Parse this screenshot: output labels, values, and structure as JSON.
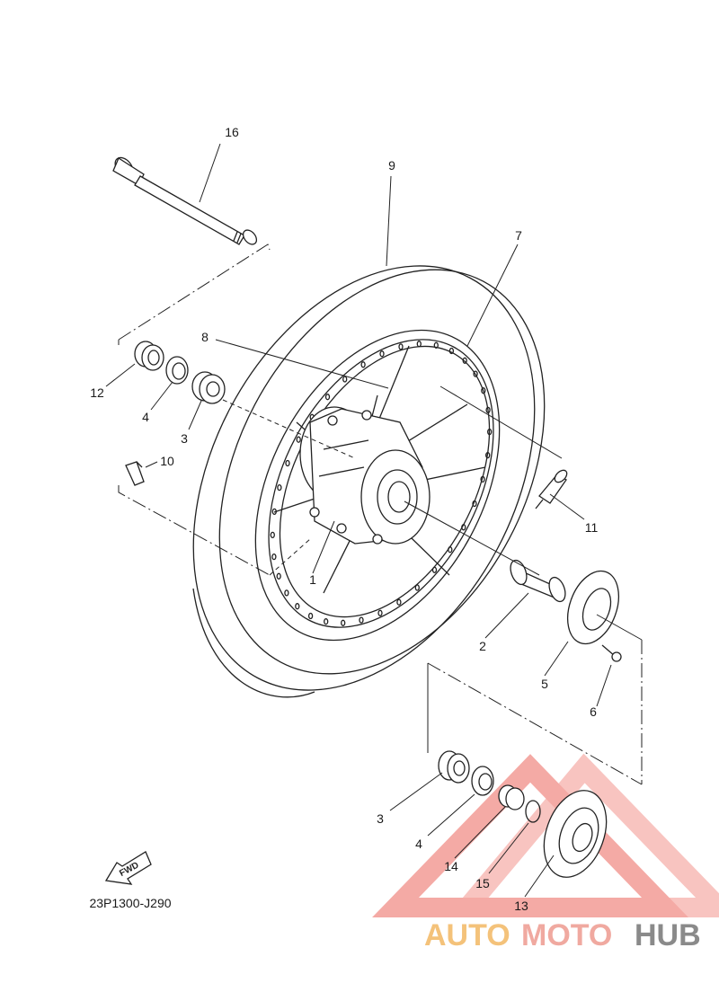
{
  "diagram_code": "23P1300-J290",
  "fwd_label": "FWD",
  "watermark": {
    "part1": "AUTO",
    "part2": "MOTO",
    "part3": "HUB"
  },
  "callouts": {
    "c1": "1",
    "c2": "2",
    "c3a": "3",
    "c3b": "3",
    "c4a": "4",
    "c4b": "4",
    "c5": "5",
    "c6": "6",
    "c7": "7",
    "c8": "8",
    "c9": "9",
    "c10": "10",
    "c11": "11",
    "c12": "12",
    "c13": "13",
    "c14": "14",
    "c15": "15",
    "c16": "16"
  },
  "colors": {
    "line": "#222222",
    "watermark_red": "#e8443a",
    "watermark_orange": "#f2a531",
    "watermark_gray": "#6d6d6d"
  }
}
